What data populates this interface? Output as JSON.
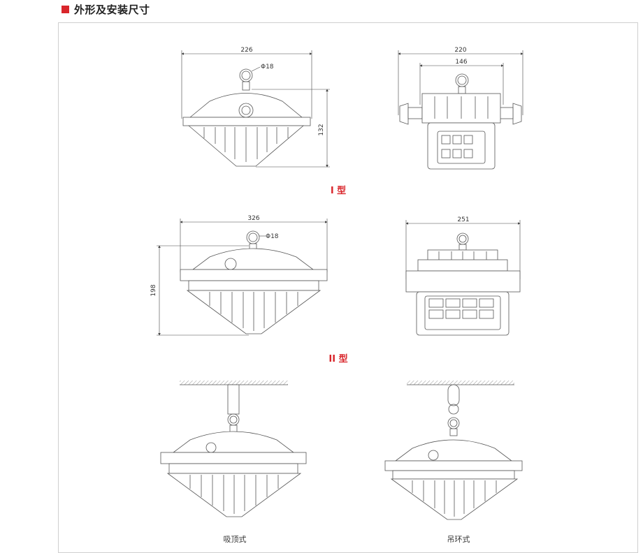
{
  "header": {
    "title": "外形及安装尺寸",
    "accent": "#d9262b"
  },
  "type1": {
    "label": "I 型",
    "front": {
      "width": "226",
      "ring": "Φ18",
      "height": "132"
    },
    "side": {
      "outer": "220",
      "inner": "146"
    }
  },
  "type2": {
    "label": "II 型",
    "front": {
      "width": "326",
      "ring": "Φ18",
      "height": "198"
    },
    "side": {
      "width": "251"
    }
  },
  "install": {
    "ceiling_label": "吸顶式",
    "pendant_label": "吊环式"
  }
}
